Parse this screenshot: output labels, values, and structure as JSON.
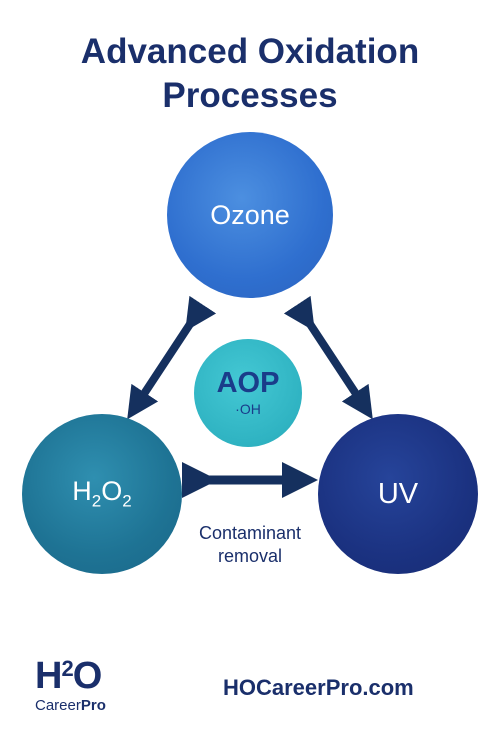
{
  "title": {
    "line1": "Advanced Oxidation",
    "line2": "Processes"
  },
  "nodes": {
    "ozone": "Ozone",
    "h2o2": {
      "h": "H",
      "sub1": "2",
      "o": "O",
      "sub2": "2"
    },
    "uv": "UV",
    "aop": {
      "main": "AOP",
      "sub": "·OH"
    }
  },
  "caption": {
    "line1": "Contaminant",
    "line2": "removal"
  },
  "logo": {
    "h": "H",
    "sup": "2",
    "o": "O",
    "career": "Career",
    "pro": "Pro"
  },
  "website": "HOCareerPro.com",
  "colors": {
    "navy": "#1a2f6b",
    "ozone": "#2f6fcf",
    "h2o2": "#1e7394",
    "uv": "#1b3281",
    "aop": "#2fb3c2",
    "arrow": "#15305e"
  }
}
